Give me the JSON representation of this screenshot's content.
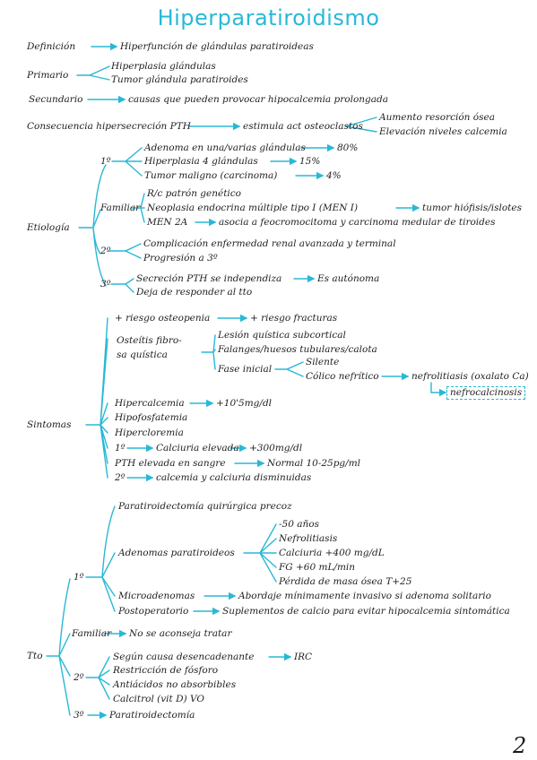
{
  "title": "Hiperparatiroidismo",
  "page_number": "2",
  "accent_color": "#29b8d6",
  "definicion": {
    "label": "Definición",
    "value": "Hiperfunción de glándulas paratiroideas"
  },
  "primario": {
    "label": "Primario",
    "items": [
      "Hiperplasia glándulas",
      "Tumor glándula paratiroides"
    ]
  },
  "secundario": {
    "label": "Secundario",
    "value": "causas que pueden provocar hipocalcemia prolongada"
  },
  "consecuencia": {
    "label": "Consecuencia hipersecreción PTH",
    "value": "estimula act osteoclastos",
    "items": [
      "Aumento resorción ósea",
      "Elevación niveles calcemia"
    ]
  },
  "etiologia": {
    "label": "Etiología",
    "p1": {
      "label": "1º",
      "items": [
        {
          "text": "Adenoma en una/varias glándulas",
          "pct": "80%"
        },
        {
          "text": "Hiperplasia 4 glándulas",
          "pct": "15%"
        },
        {
          "text": "Tumor maligno (carcinoma)",
          "pct": "4%"
        }
      ]
    },
    "familiar": {
      "label": "Familiar",
      "items": [
        "R/c patrón genético",
        "Neoplasia endocrina múltiple tipo I (MEN I)",
        "MEN 2A"
      ],
      "men1_result": "tumor hiófisis/islotes",
      "men2a_result": "asocia a feocromocitoma y carcinoma medular de tiroides"
    },
    "p2": {
      "label": "2º",
      "items": [
        "Complicación enfermedad renal avanzada y terminal",
        "Progresión a 3º"
      ]
    },
    "p3": {
      "label": "3º",
      "items": [
        "Secreción PTH se independiza",
        "Deja de responder al tto"
      ],
      "result": "Es autónoma"
    }
  },
  "sintomas": {
    "label": "Sintomas",
    "osteopenia": "+ riesgo osteopenia",
    "fracturas": "+ riesgo fracturas",
    "osteitis": {
      "label_line1": "Osteítis fibro-",
      "label_line2": "sa quística",
      "items": [
        "Lesión quística subcortical",
        "Falanges/huesos tubulares/calota",
        "Fase inicial"
      ],
      "fase": [
        "Silente",
        "Cólico nefrítico"
      ],
      "nefrolitiasis": "nefrolitiasis (oxalato Ca)",
      "nefrocalcinosis": "nefrocalcinosis"
    },
    "hipercalcemia": "Hipercalcemia",
    "hipercalcemia_value": "+10'5mg/dl",
    "hipofosfatemia": "Hipofosfatemia",
    "hipercloremia": "Hipercloremia",
    "c1_label": "1º",
    "c1_text": "Calciuria elevada",
    "c1_value": "+300mg/dl",
    "pth": "PTH elevada en sangre",
    "pth_value": "Normal 10-25pg/ml",
    "c2_label": "2º",
    "c2_text": "calcemia y calciuria disminuidas"
  },
  "tto": {
    "label": "Tto",
    "t1": {
      "label": "1º",
      "precoz": "Paratiroidectomía quirúrgica precoz",
      "adenomas": "Adenomas paratiroideos",
      "adenomas_items": [
        "-50 años",
        "Nefrolitiasis",
        "Calciuria +400 mg/dL",
        "FG +60 mL/min",
        "Pérdida de masa ósea T+25"
      ],
      "micro": "Microadenomas",
      "micro_value": "Abordaje mínimamente invasivo si adenoma solitario",
      "post": "Postoperatorio",
      "post_value": "Suplementos de calcio para evitar hipocalcemia sintomática"
    },
    "familiar": {
      "label": "Familiar",
      "value": "No se aconseja tratar"
    },
    "t2": {
      "label": "2º",
      "items": [
        "Según causa desencadenante",
        "Restricción de fósforo",
        "Antiácidos no absorbibles",
        "Calcitrol  (vit D) VO"
      ],
      "irc": "IRC"
    },
    "t3": {
      "label": "3º",
      "value": "Paratiroidectomía"
    }
  }
}
